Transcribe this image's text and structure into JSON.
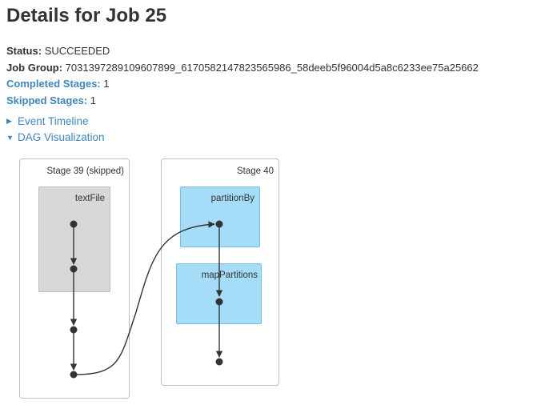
{
  "page": {
    "title": "Details for Job 25"
  },
  "summary": {
    "status_label": "Status:",
    "status_value": "SUCCEEDED",
    "job_group_label": "Job Group:",
    "job_group_value": "7031397289109607899_6170582147823565986_58deeb5f96004d5a8c6233ee75a25662",
    "completed_stages_label": "Completed Stages:",
    "completed_stages_value": "1",
    "skipped_stages_label": "Skipped Stages:",
    "skipped_stages_value": "1"
  },
  "toggles": {
    "event_timeline": "Event Timeline",
    "dag_visualization": "DAG Visualization"
  },
  "dag": {
    "stages": [
      {
        "label": "Stage 39 (skipped)",
        "skipped": true
      },
      {
        "label": "Stage 40",
        "skipped": false
      }
    ],
    "operations": [
      {
        "label": "textFile",
        "stage": "Stage 39 (skipped)"
      },
      {
        "label": "partitionBy",
        "stage": "Stage 40"
      },
      {
        "label": "mapPartitions",
        "stage": "Stage 40"
      }
    ]
  },
  "colors": {
    "link": "#3e87b8",
    "skipped_op_fill": "#d8d8d8",
    "active_op_fill": "#a5ddf8",
    "node": "#333333"
  },
  "icons": {
    "collapsed": "caret-right-icon",
    "expanded": "caret-down-icon"
  }
}
